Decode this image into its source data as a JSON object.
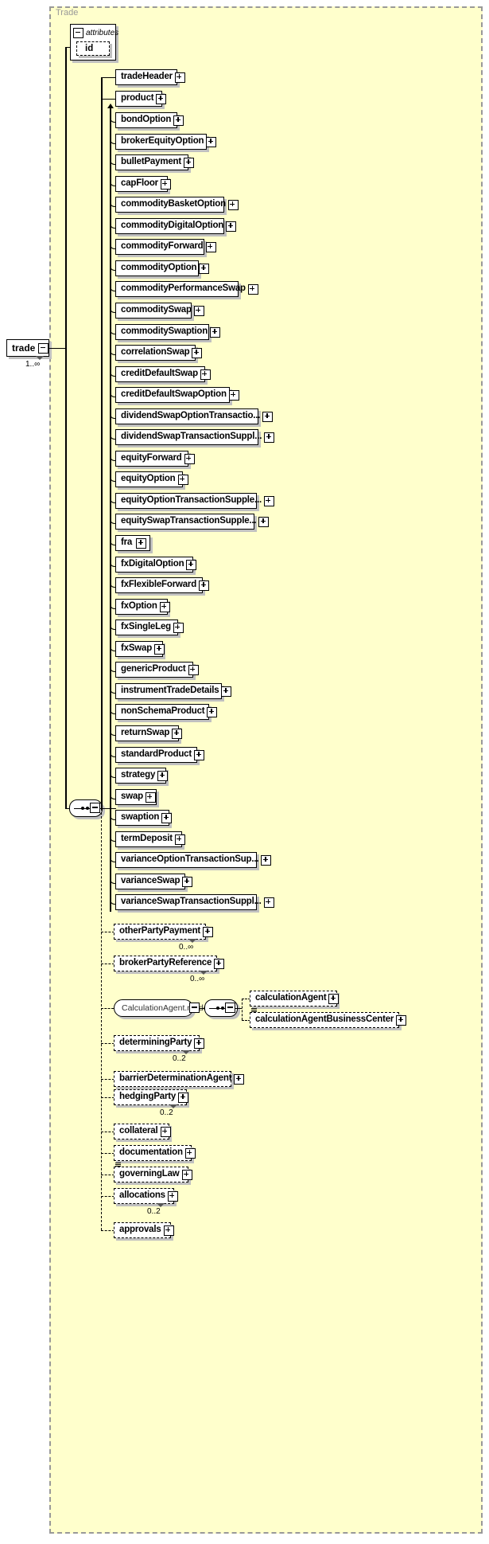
{
  "diagram": {
    "kind": "xsd-schema-diagram",
    "group_label": "Trade",
    "background": "#ffffcc",
    "border_color": "#999999",
    "root": {
      "label": "trade",
      "expander": "minus",
      "cardinality": "1..∞"
    },
    "attributes": {
      "header": "attributes",
      "header_expander": "minus",
      "items": [
        {
          "label": "id"
        }
      ]
    }
  },
  "sequence_connector": {
    "name": "sequence-connector",
    "expander": "minus"
  },
  "top_children": [
    {
      "label": "tradeHeader",
      "expander": "plus",
      "style": "solid",
      "width": 78
    },
    {
      "label": "product",
      "expander": "plus",
      "style": "solid",
      "width": 59,
      "substitution_head": true
    }
  ],
  "product_choice": [
    {
      "label": "bondOption",
      "expander": "plus",
      "width": 78
    },
    {
      "label": "brokerEquityOption",
      "expander": "plus",
      "width": 115
    },
    {
      "label": "bulletPayment",
      "expander": "plus",
      "width": 92
    },
    {
      "label": "capFloor",
      "expander": "plus",
      "width": 66
    },
    {
      "label": "commodityBasketOption",
      "expander": "plus",
      "width": 137
    },
    {
      "label": "commodityDigitalOption",
      "expander": "plus",
      "width": 137
    },
    {
      "label": "commodityForward",
      "expander": "plus",
      "width": 112
    },
    {
      "label": "commodityOption",
      "expander": "plus",
      "width": 105
    },
    {
      "label": "commodityPerformanceSwap",
      "expander": "plus",
      "width": 155
    },
    {
      "label": "commoditySwap",
      "expander": "plus",
      "width": 96
    },
    {
      "label": "commoditySwaption",
      "expander": "plus",
      "width": 118
    },
    {
      "label": "correlationSwap",
      "expander": "plus",
      "width": 101
    },
    {
      "label": "creditDefaultSwap",
      "expander": "plus",
      "width": 113
    },
    {
      "label": "creditDefaultSwapOption",
      "expander": "plus",
      "width": 144
    },
    {
      "label": "dividendSwapOptionTransactio...",
      "expander": "plus",
      "width": 180
    },
    {
      "label": "dividendSwapTransactionSuppl...",
      "expander": "plus",
      "width": 180
    },
    {
      "label": "equityForward",
      "expander": "plus",
      "width": 92
    },
    {
      "label": "equityOption",
      "expander": "plus",
      "width": 85
    },
    {
      "label": "equityOptionTransactionSupple...",
      "expander": "plus",
      "width": 178
    },
    {
      "label": "equitySwapTransactionSupple...",
      "expander": "plus",
      "width": 175
    },
    {
      "label": "fra",
      "expander": "plus",
      "width": 44
    },
    {
      "label": "fxDigitalOption",
      "expander": "plus",
      "width": 98
    },
    {
      "label": "fxFlexibleForward",
      "expander": "plus",
      "width": 110
    },
    {
      "label": "fxOption",
      "expander": "plus",
      "width": 66
    },
    {
      "label": "fxSingleLeg",
      "expander": "plus",
      "width": 79
    },
    {
      "label": "fxSwap",
      "expander": "plus",
      "width": 60
    },
    {
      "label": "genericProduct",
      "expander": "plus",
      "width": 98
    },
    {
      "label": "instrumentTradeDetails",
      "expander": "plus",
      "width": 134
    },
    {
      "label": "nonSchemaProduct",
      "expander": "plus",
      "width": 118
    },
    {
      "label": "returnSwap",
      "expander": "plus",
      "width": 80
    },
    {
      "label": "standardProduct",
      "expander": "plus",
      "width": 103
    },
    {
      "label": "strategy",
      "expander": "plus",
      "width": 64
    },
    {
      "label": "swap",
      "expander": "plus",
      "width": 52
    },
    {
      "label": "swaption",
      "expander": "plus",
      "width": 68
    },
    {
      "label": "termDeposit",
      "expander": "plus",
      "width": 84
    },
    {
      "label": "varianceOptionTransactionSup...",
      "expander": "plus",
      "width": 178
    },
    {
      "label": "varianceSwap",
      "expander": "plus",
      "width": 88
    },
    {
      "label": "varianceSwapTransactionSuppl...",
      "expander": "plus",
      "width": 178
    }
  ],
  "optional_children": [
    {
      "label": "otherPartyPayment",
      "expander": "plus",
      "width": 116,
      "cardinality": "0..∞",
      "repeat": true
    },
    {
      "label": "brokerPartyReference",
      "expander": "plus",
      "width": 130,
      "cardinality": "0..∞",
      "repeat": true
    },
    {
      "label": "determiningParty",
      "expander": "plus",
      "width": 108,
      "cardinality": "0..2",
      "repeat": true
    },
    {
      "label": "barrierDeterminationAgent",
      "expander": "plus",
      "width": 148,
      "cardinality": "",
      "repeat": false
    },
    {
      "label": "hedgingParty",
      "expander": "plus",
      "width": 92,
      "cardinality": "0..2",
      "repeat": true
    },
    {
      "label": "collateral",
      "expander": "plus",
      "width": 70,
      "cardinality": "",
      "repeat": false
    },
    {
      "label": "documentation",
      "expander": "plus",
      "width": 98,
      "cardinality": "",
      "repeat": false
    },
    {
      "label": "governingLaw",
      "expander": "plus",
      "width": 94,
      "cardinality": "",
      "repeat": false,
      "bars": true
    },
    {
      "label": "allocations",
      "expander": "plus",
      "width": 76,
      "cardinality": "0..2",
      "repeat": true
    },
    {
      "label": "approvals",
      "expander": "plus",
      "width": 72,
      "cardinality": "",
      "repeat": false
    }
  ],
  "calculation_agent_group": {
    "label": "CalculationAgent.model",
    "expander": "minus",
    "sequence_expander": "minus",
    "children": [
      {
        "label": "calculationAgent",
        "expander": "plus",
        "width": 110,
        "bars": false
      },
      {
        "label": "calculationAgentBusinessCenter",
        "expander": "plus",
        "width": 188,
        "bars": true
      }
    ]
  }
}
